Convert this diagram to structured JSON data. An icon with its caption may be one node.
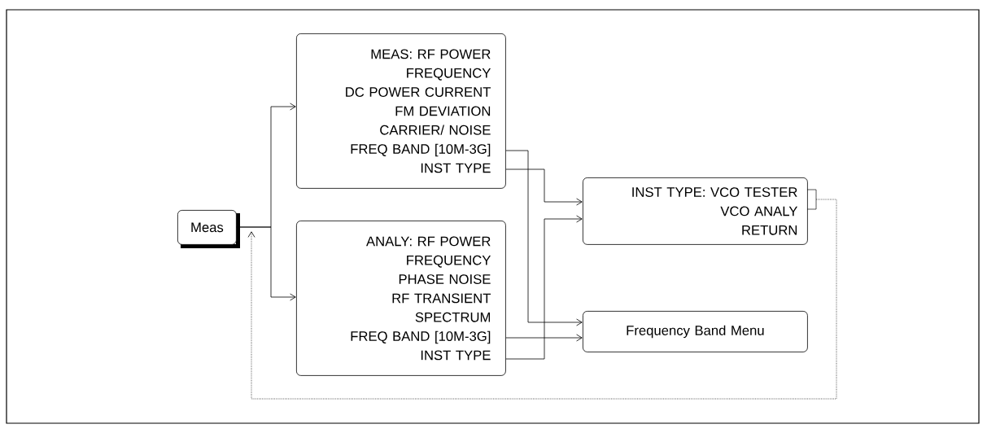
{
  "diagram": {
    "nodes": [
      {
        "text": [
          "Meas"
        ]
      },
      {
        "text": [
          "MEAS: RF POWER",
          "FREQUENCY",
          "DC POWER CURRENT",
          "FM DEVIATION",
          "CARRIER/ NOISE",
          "FREQ BAND [10M-3G]",
          "INST TYPE"
        ]
      },
      {
        "text": [
          "INST TYPE: VCO TESTER",
          "VCO ANALY",
          "RETURN"
        ]
      },
      {
        "text": [
          "ANALY: RF POWER",
          "FREQUENCY",
          "PHASE NOISE",
          "RF TRANSIENT",
          "SPECTRUM",
          "FREQ BAND [10M-3G]",
          "INST TYPE"
        ]
      },
      {
        "text": [
          "Frequency Band Menu"
        ]
      }
    ],
    "edges": [
      {
        "from": 0,
        "to": 1,
        "arrow": "to"
      },
      {
        "from": 0,
        "to": 3,
        "arrow": "to"
      },
      {
        "from": 1,
        "to": 4,
        "arrow": "to"
      },
      {
        "from": 1,
        "to": 2,
        "arrow": "to"
      },
      {
        "from": 3,
        "to": 4,
        "arrow": "to"
      },
      {
        "from": 3,
        "to": 2,
        "arrow": "to"
      },
      {
        "from": 2,
        "to": 0,
        "arrow": "to",
        "style": "dashed"
      }
    ]
  }
}
